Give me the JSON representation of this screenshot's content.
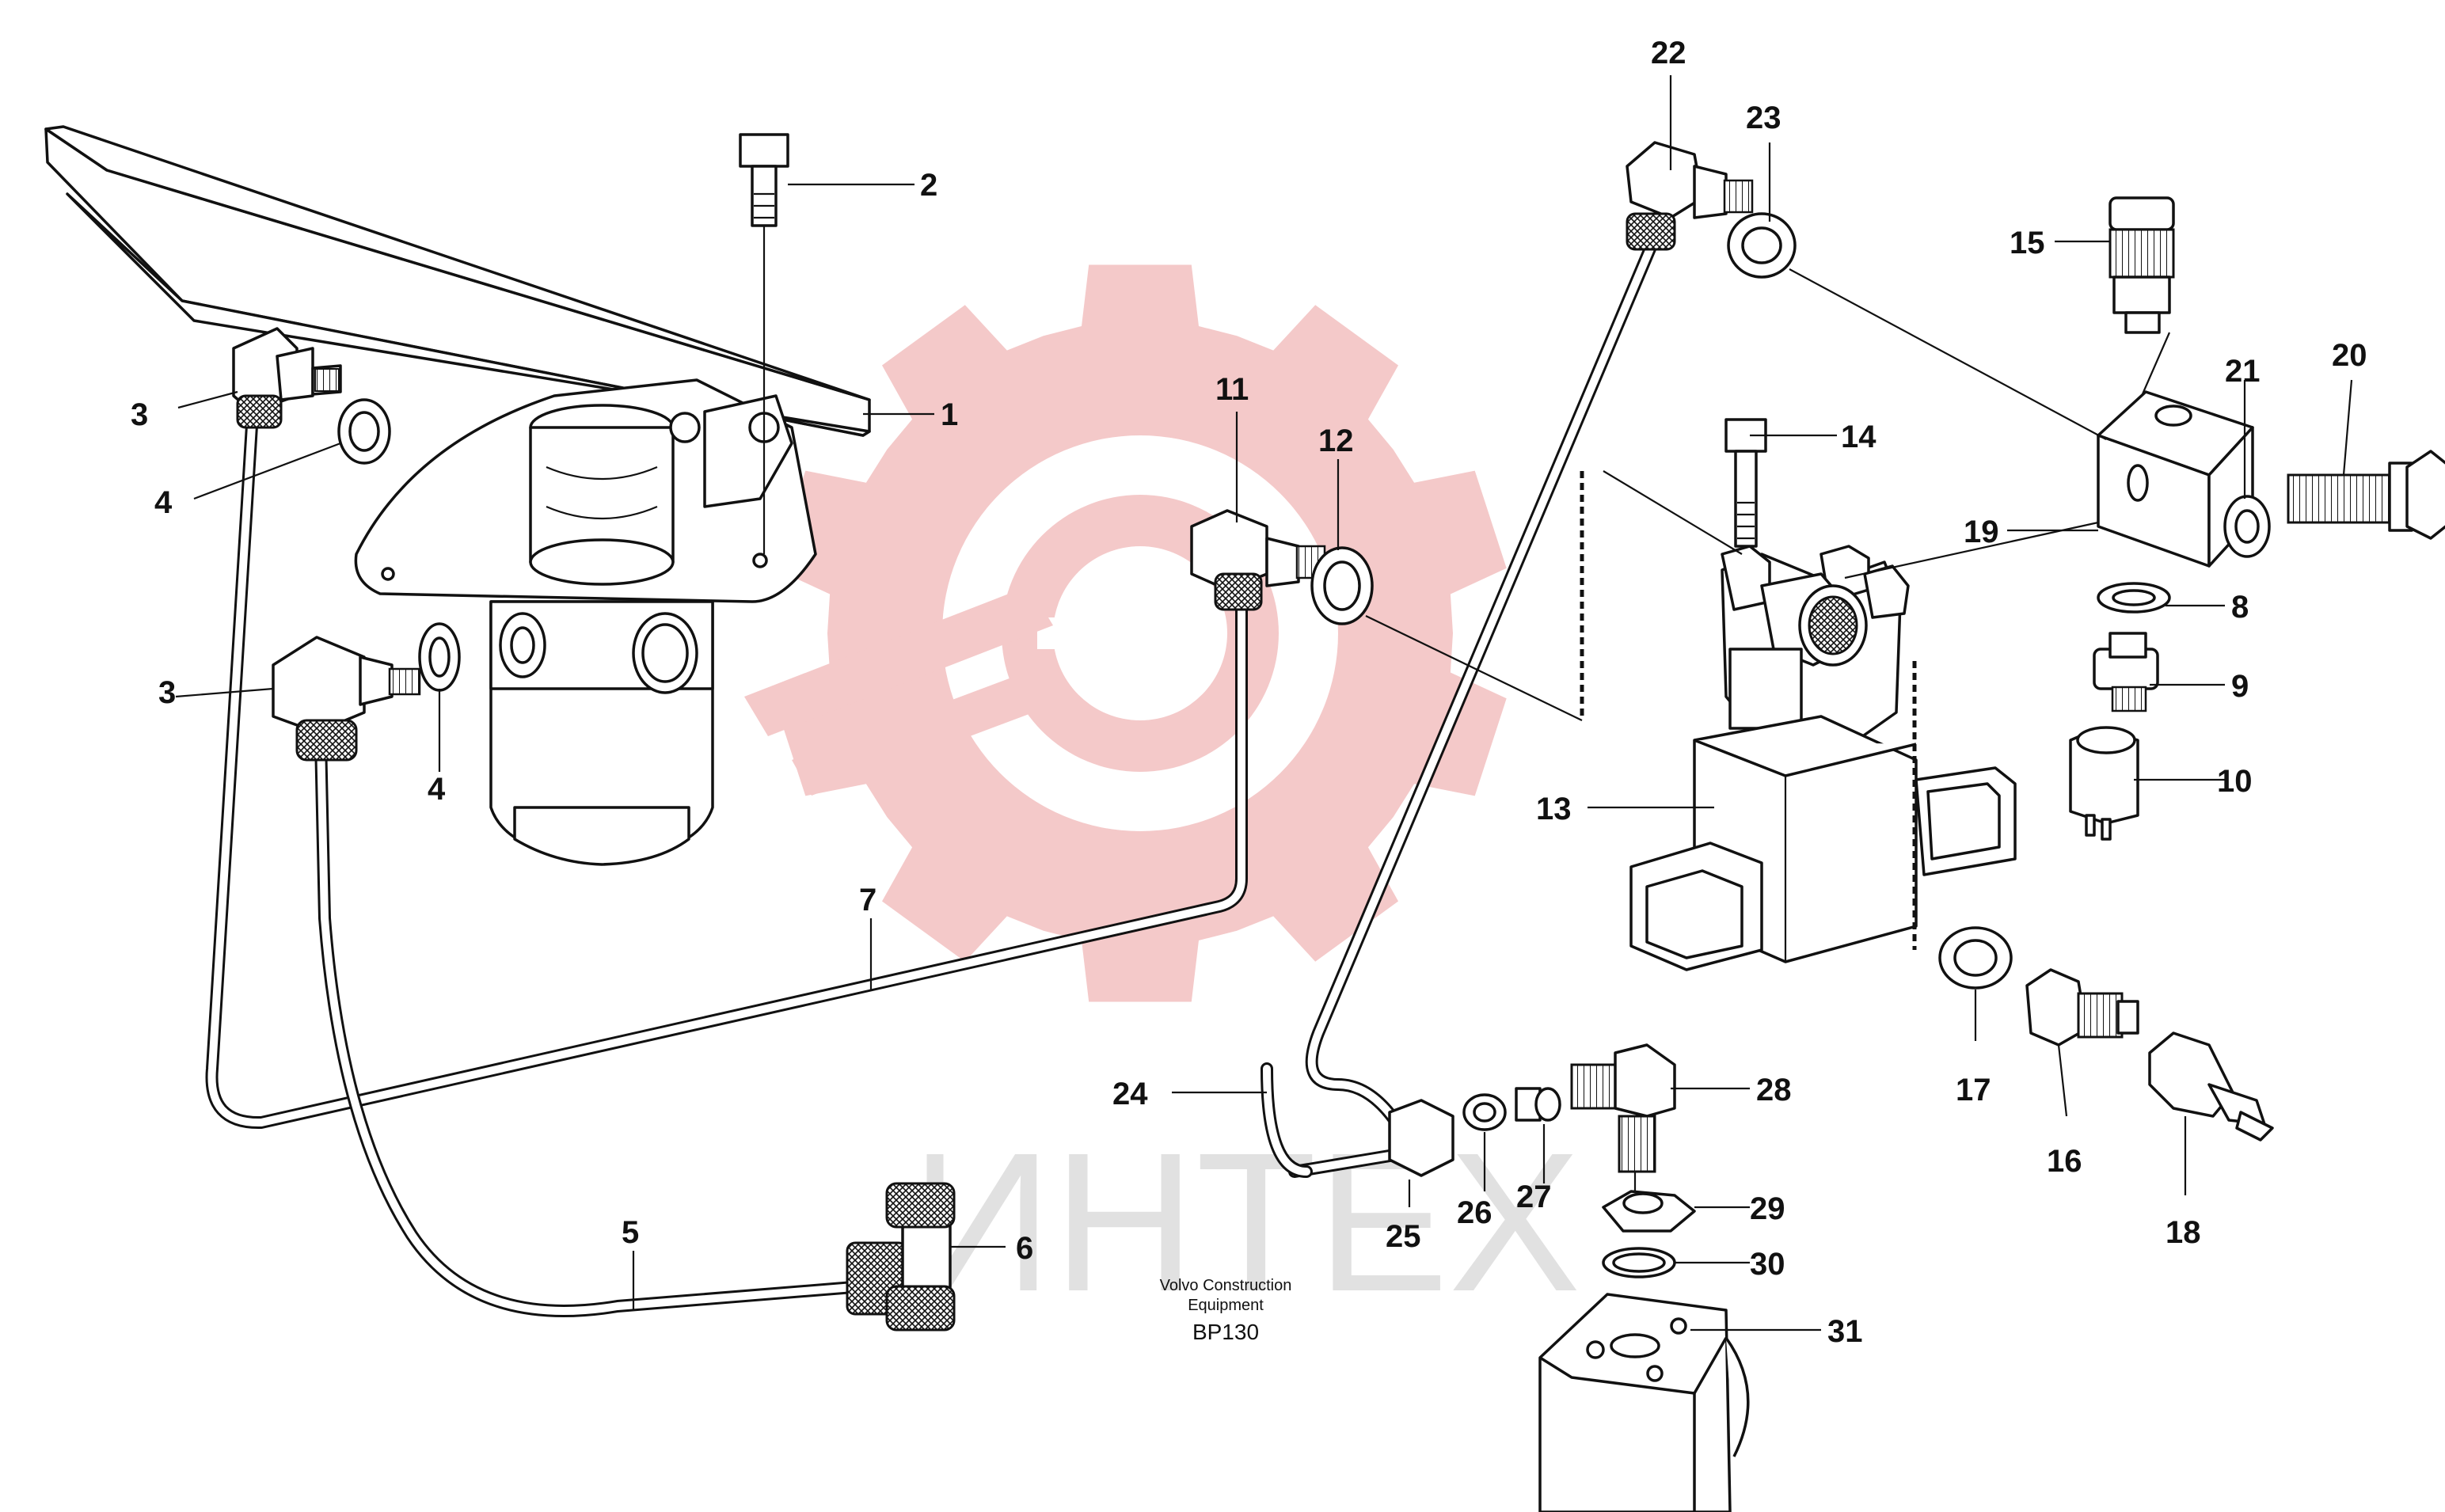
{
  "watermark": {
    "logo_color": "#f4c9c9",
    "text": "ИНТЕХ",
    "text_color": "#d8d8d8"
  },
  "caption": {
    "line1": "Volvo Construction",
    "line2": "Equipment",
    "code": "BP130"
  },
  "callouts": [
    "1",
    "2",
    "3",
    "3",
    "4",
    "4",
    "5",
    "6",
    "7",
    "8",
    "9",
    "10",
    "11",
    "12",
    "13",
    "14",
    "15",
    "16",
    "17",
    "18",
    "19",
    "20",
    "21",
    "22",
    "23",
    "24",
    "25",
    "26",
    "27",
    "28",
    "29",
    "30",
    "31"
  ]
}
